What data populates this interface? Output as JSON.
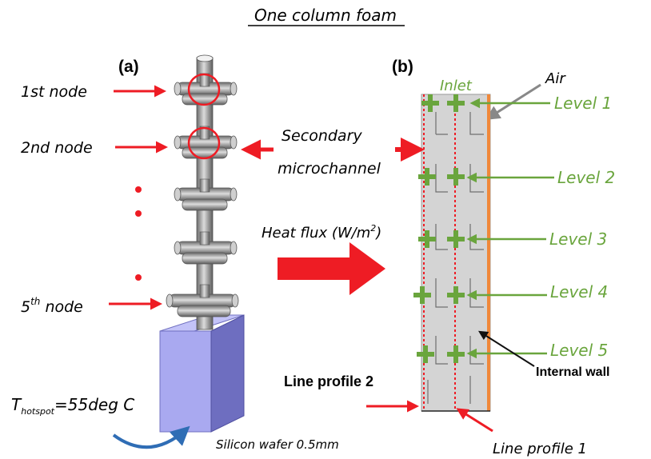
{
  "title": "One column foam",
  "panel_a": {
    "label": "(a)",
    "node_1": "1st node",
    "node_2": "2nd node",
    "node_5_base": "5",
    "node_5_sup": "th",
    "node_5_tail": " node",
    "t_symbol": "T",
    "t_sub": "hotspot",
    "t_value": "=55deg C",
    "wafer": "Silicon wafer 0.5mm"
  },
  "panel_b": {
    "label": "(b)",
    "inlet": "Inlet",
    "air": "Air",
    "secondary_1": "Secondary",
    "secondary_2": "microchannel",
    "heat_flux": "Heat flux (W/m",
    "heat_flux_sup": "2",
    "heat_flux_close": ")",
    "levels": [
      "Level 1",
      "Level 2",
      "Level 3",
      "Level 4",
      "Level 5"
    ],
    "internal_wall": "Internal wall",
    "line_profile_2": "Line profile 2",
    "line_profile_1": "Line profile 1"
  },
  "colors": {
    "arrow_red": "#ee1c24",
    "level_green": "#6aa53d",
    "wafer_blue": "#a9a9f0",
    "panel_gray": "#d4d4d4",
    "edge_orange": "#f0883a"
  }
}
